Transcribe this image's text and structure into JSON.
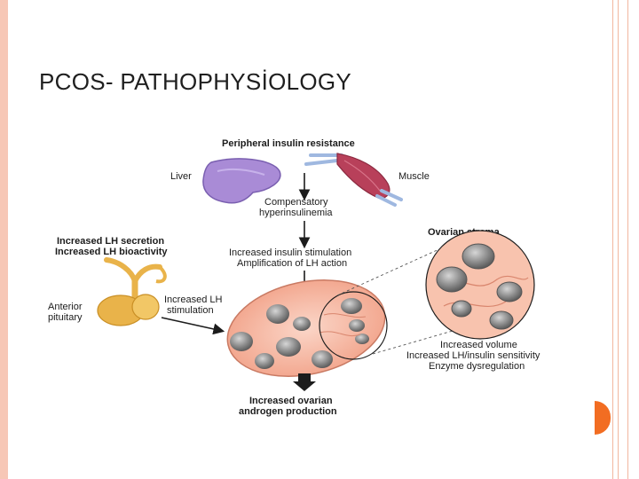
{
  "slide": {
    "title": "PCOS- PATHOPHYSİOLOGY"
  },
  "diagram": {
    "peripheral": "Peripheral insulin resistance",
    "liver": "Liver",
    "muscle": "Muscle",
    "compensatory_1": "Compensatory",
    "compensatory_2": "hyperinsulinemia",
    "lh_secretion": "Increased LH secretion",
    "lh_bioactivity": "Increased LH bioactivity",
    "insulin_stim": "Increased insulin stimulation",
    "amplification": "Amplification of LH action",
    "ovarian_stroma": "Ovarian stroma",
    "anterior": "Anterior",
    "pituitary": "pituitary",
    "increased_lh_1": "Increased LH",
    "increased_lh_2": "stimulation",
    "inc_volume": "Increased volume",
    "inc_sensitivity": "Increased LH/insulin sensitivity",
    "enzyme": "Enzyme dysregulation",
    "androgen_1": "Increased ovarian",
    "androgen_2": "androgen production"
  },
  "colors": {
    "accent_orange": "#f26d22",
    "side_band": "#f7c7b6",
    "liver": "#a98bd6",
    "muscle": "#b8405a",
    "pituitary": "#e9b34a",
    "ovary": "#f6b9a3",
    "follicle": "#8a8a8a"
  }
}
